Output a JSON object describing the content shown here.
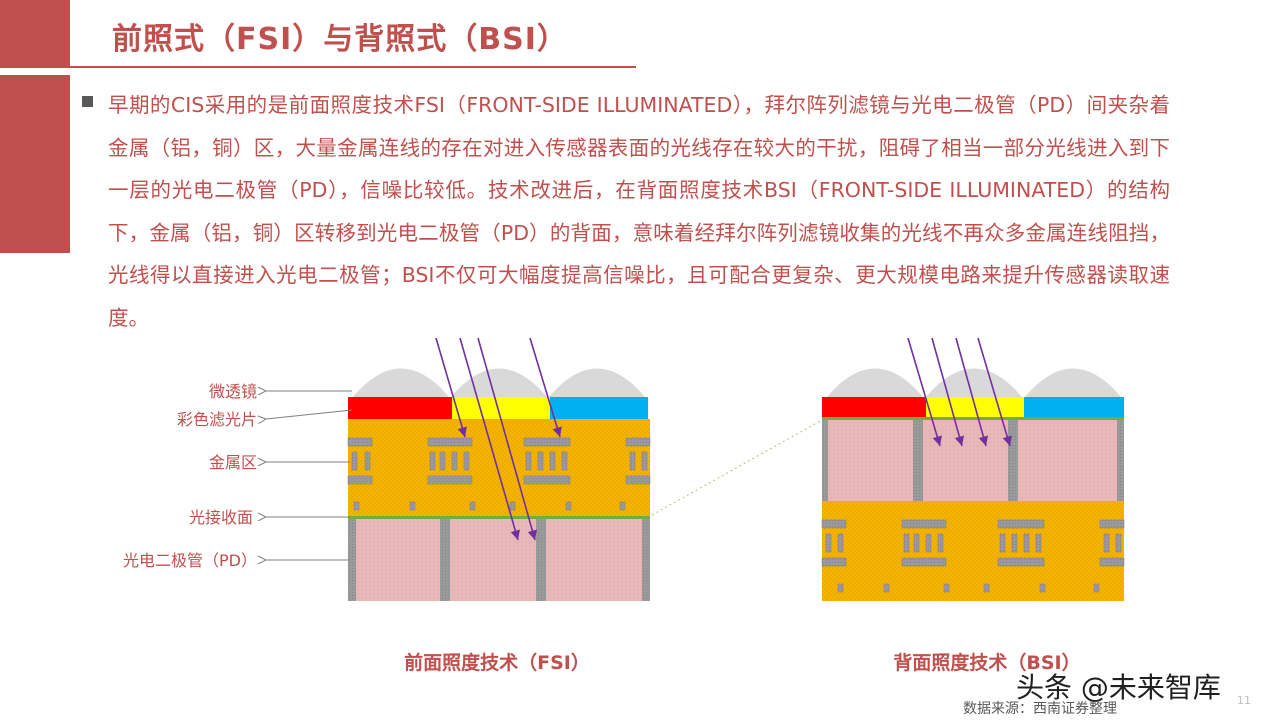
{
  "title": "前照式（FSI）与背照式（BSI）",
  "paragraph": "早期的CIS采用的是前面照度技术FSI（FRONT-SIDE ILLUMINATED），拜尔阵列滤镜与光电二极管（PD）间夹杂着金属（铝，铜）区，大量金属连线的存在对进入传感器表面的光线存在较大的干扰，阻碍了相当一部分光线进入到下一层的光电二极管（PD），信噪比较低。技术改进后，在背面照度技术BSI（FRONT-SIDE ILLUMINATED）的结构下，金属（铝，铜）区转移到光电二极管（PD）的背面，意味着经拜尔阵列滤镜收集的光线不再众多金属连线阻挡，光线得以直接进入光电二极管；BSI不仅可大幅度提高信噪比，且可配合更复杂、更大规模电路来提升传感器读取速度。",
  "labels": {
    "microlens": "微透镜",
    "color_filter": "彩色滤光片",
    "metal": "金属区",
    "receive_surface": "光接收面",
    "photodiode": "光电二极管（PD）"
  },
  "captions": {
    "fsi": "前面照度技术（FSI）",
    "bsi": "背面照度技术（BSI）"
  },
  "source": "数据来源：西南证券整理",
  "watermark": "头条 @未来智库",
  "page_number": "11",
  "colors": {
    "accent": "#c0504d",
    "filter_red": "#ff0000",
    "filter_yellow": "#ffff00",
    "filter_blue": "#00b0f0",
    "metal_orange": "#f5b400",
    "pd_pink": "#e8b8b8",
    "wiring_gray": "#9a9a9a",
    "lens_gray": "#d9d9d9",
    "light_ray": "#7030a0"
  }
}
